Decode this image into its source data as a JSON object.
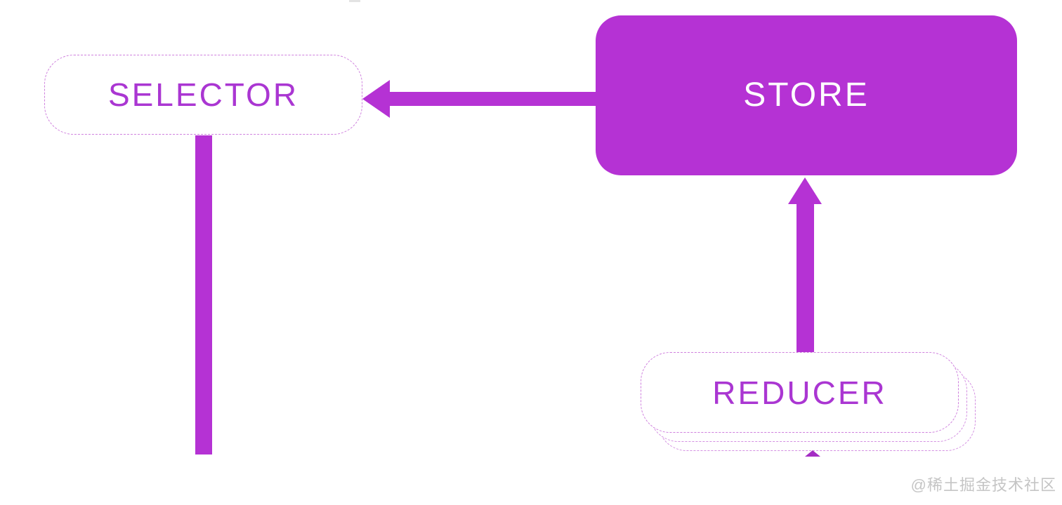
{
  "diagram": {
    "nodes": [
      {
        "id": "selector",
        "label": "SELECTOR",
        "style": "dashed-outline"
      },
      {
        "id": "store",
        "label": "STORE",
        "style": "solid-filled"
      },
      {
        "id": "reducer",
        "label": "REDUCER",
        "style": "dashed-outline-stacked",
        "stack_count": 3
      }
    ],
    "edges": [
      {
        "from": "store",
        "to": "selector",
        "type": "thick-arrow",
        "direction": "left"
      },
      {
        "from": "reducer",
        "to": "store",
        "type": "thick-arrow",
        "direction": "up"
      },
      {
        "from": "selector",
        "to": "offscreen-bottom",
        "type": "thick-line",
        "direction": "down"
      },
      {
        "from": "offscreen-bottom",
        "to": "reducer",
        "type": "arrow-tip-peek",
        "direction": "up"
      }
    ],
    "colors": {
      "accent": "#b532d4",
      "label_text": "#aa36d2",
      "dashed_border": "#cf80de",
      "store_text": "#ffffff",
      "background": "#ffffff"
    }
  },
  "watermark": {
    "text": "@稀土掘金技术社区",
    "color": "#c5c5c5"
  }
}
